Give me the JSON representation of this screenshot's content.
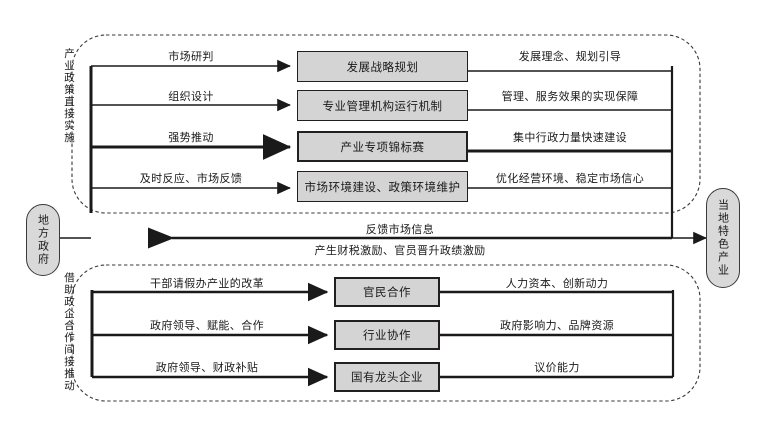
{
  "diagram": {
    "title_present": false,
    "actors": {
      "left": "地方政府",
      "right": "当地特色产业"
    },
    "sections": [
      {
        "id": "direct",
        "label": "产业政策直接实施"
      },
      {
        "id": "indirect",
        "label": "借助政企合作间接推动"
      }
    ],
    "top_rows": [
      {
        "in": "市场研判",
        "node": "发展战略规划",
        "out": "发展理念、规划引导",
        "emphasis": false
      },
      {
        "in": "组织设计",
        "node": "专业管理机构运行机制",
        "out": "管理、服务效果的实现保障",
        "emphasis": false
      },
      {
        "in": "强势推动",
        "node": "产业专项锦标赛",
        "out": "集中行政力量快速建设",
        "emphasis": true
      },
      {
        "in": "及时反应、市场反馈",
        "node": "市场环境建设、政策环境维护",
        "out": "优化经营环境、稳定市场信心",
        "emphasis": false
      }
    ],
    "feedback": {
      "above": "反馈市场信息",
      "below": "产生财税激励、官员晋升政绩激励"
    },
    "bottom_rows": [
      {
        "in": "干部请假办产业的改革",
        "node": "官民合作",
        "out": "人力资本、创新动力"
      },
      {
        "in": "政府领导、赋能、合作",
        "node": "行业协作",
        "out": "政府影响力、品牌资源"
      },
      {
        "in": "政府领导、财政补贴",
        "node": "国有龙头企业",
        "out": "议价能力"
      }
    ],
    "colors": {
      "node_fill": "#d4d4d4",
      "node_stroke": "#231f20",
      "line": "#1a1a1a",
      "dashed_group": "#3a3a3a",
      "background": "#ffffff"
    }
  }
}
